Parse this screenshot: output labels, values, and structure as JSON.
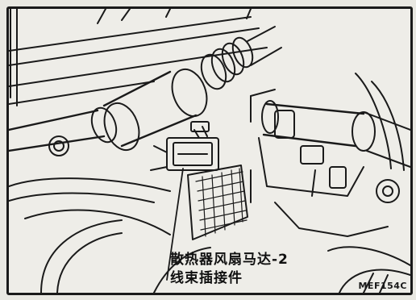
{
  "figure": {
    "callout_line1": "散热器风扇马达-2",
    "callout_line2": "线束插接件",
    "figure_code": "MEF154C"
  },
  "colors": {
    "ink": "#1a1a1a",
    "paper": "#eeede8"
  }
}
